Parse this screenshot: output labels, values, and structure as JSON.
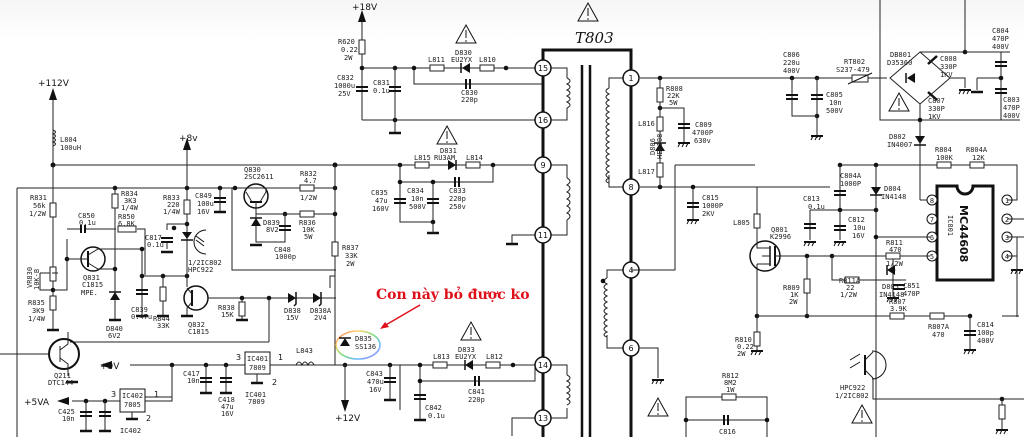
{
  "transformer": {
    "name": "T803",
    "pins": [
      "15",
      "16",
      "9",
      "11",
      "14",
      "13",
      "1",
      "8",
      "4",
      "6"
    ]
  },
  "rails": {
    "v112": "+112V",
    "v18": "+18V",
    "v8": "+8v",
    "v9": "+9V",
    "v5va": "+5VA",
    "v12": "+12V"
  },
  "annotation": {
    "text": "Con này bỏ được ko",
    "color": "#e0101a",
    "target": "D835"
  },
  "ic": {
    "name": "MC44608",
    "ref": "IC801",
    "pins": [
      "8",
      "7",
      "6",
      "5",
      "1",
      "2",
      "3",
      "4"
    ]
  },
  "components": {
    "L804": [
      "L804",
      "100uH"
    ],
    "R831": [
      "R831",
      "56k",
      "1/2W"
    ],
    "R834": [
      "R834",
      "3K3",
      "1/4W"
    ],
    "R833": [
      "R833",
      "220",
      "1/4W"
    ],
    "C849": [
      "C849",
      "100u",
      "16V"
    ],
    "Q830": [
      "Q830",
      "2SC2611"
    ],
    "R832": [
      "R832",
      "4.7",
      "1/2W"
    ],
    "C850": [
      "C850",
      "0.1u"
    ],
    "R850": [
      "R850",
      "6.8K"
    ],
    "C817": [
      "C817",
      "0.1u"
    ],
    "IC802A": [
      "1/2IC802",
      "HPC922"
    ],
    "D839": [
      "D839",
      "8V2"
    ],
    "R836": [
      "R836",
      "10K",
      "5W"
    ],
    "C848": [
      "C848",
      "1000p"
    ],
    "R837": [
      "R837",
      "33K",
      "2W"
    ],
    "VR830": [
      "VR830",
      "10K-B"
    ],
    "Q831": [
      "Q831",
      "C1815",
      "MPE."
    ],
    "R835": [
      "R835",
      "3K9",
      "1/4W"
    ],
    "D840": [
      "D840",
      "6V2"
    ],
    "C839": [
      "C839",
      "0.47u"
    ],
    "R844": [
      "R844",
      "33K"
    ],
    "Q832": [
      "Q832",
      "C1815"
    ],
    "R838": [
      "R838",
      "15K"
    ],
    "D838": [
      "D838",
      "15V"
    ],
    "D838A": [
      "D838A",
      "2V4"
    ],
    "D835": [
      "D835",
      "SS136"
    ],
    "Q211": [
      "Q211",
      "DTC144"
    ],
    "C417": [
      "C417",
      "10n"
    ],
    "C418": [
      "C418",
      "47u",
      "16V"
    ],
    "IC401": [
      "IC401",
      "7809"
    ],
    "IC401b": [
      "IC401",
      "7809"
    ],
    "L843": [
      "L843"
    ],
    "IC402": [
      "IC402",
      "7805"
    ],
    "IC402b": [
      "IC402"
    ],
    "C425": [
      "C425",
      "10n"
    ],
    "R620": [
      "R620",
      "0.22",
      "2W"
    ],
    "C832": [
      "C832",
      "1000u",
      "25V"
    ],
    "C831": [
      "C831",
      "0.1u"
    ],
    "L811": [
      "L811"
    ],
    "D830": [
      "D830",
      "EU2YX"
    ],
    "L810": [
      "L810"
    ],
    "C830": [
      "C830",
      "220p"
    ],
    "L815": [
      "L815"
    ],
    "D831": [
      "D831",
      "RU3AM"
    ],
    "L814": [
      "L814"
    ],
    "C835": [
      "C835",
      "47u",
      "160V"
    ],
    "C834": [
      "C834",
      "10n",
      "500V"
    ],
    "C833": [
      "C833",
      "220p",
      "250v"
    ],
    "C843": [
      "C843",
      "470u",
      "16V"
    ],
    "C842": [
      "C842",
      "0.1u"
    ],
    "L813": [
      "L813"
    ],
    "D833": [
      "D833",
      "EU2YX"
    ],
    "L812": [
      "L812"
    ],
    "C841": [
      "C841",
      "220p"
    ],
    "R808": [
      "R808",
      "22K",
      "5W"
    ],
    "C809": [
      "C809",
      "4700P",
      "630v"
    ],
    "L816": [
      "L816"
    ],
    "D806": [
      "D806",
      "HER108"
    ],
    "L817": [
      "L817"
    ],
    "C815": [
      "C815",
      "1000P",
      "2KV"
    ],
    "L805": [
      "L805"
    ],
    "Q801": [
      "Q801",
      "K2996"
    ],
    "R809": [
      "R809",
      "1K",
      "2W"
    ],
    "R810": [
      "R810",
      "0.22",
      "2W"
    ],
    "R812": [
      "R812",
      "8M2",
      "1W"
    ],
    "C816": [
      "C816"
    ],
    "C806": [
      "C806",
      "220u",
      "400V"
    ],
    "C805": [
      "C805",
      "10n",
      "500V"
    ],
    "RT802": [
      "RT802",
      "S237-479"
    ],
    "DB801": [
      "DB801",
      "D35360"
    ],
    "C808": [
      "C808",
      "330P",
      "1KV"
    ],
    "C807": [
      "C807",
      "330P",
      "1KV"
    ],
    "C804": [
      "C804",
      "470P",
      "400V"
    ],
    "C803": [
      "C803",
      "470P",
      "400V"
    ],
    "D802": [
      "D802",
      "IN4007"
    ],
    "R804": [
      "R804",
      "100K"
    ],
    "R804A": [
      "R804A",
      "12K"
    ],
    "C804A": [
      "C804A",
      "1000P"
    ],
    "D804": [
      "D804",
      "IN4148"
    ],
    "C813": [
      "C813",
      "0.1u"
    ],
    "C812": [
      "C812",
      "10u",
      "16V"
    ],
    "R811": [
      "R811",
      "470",
      "1/2W"
    ],
    "R811A": [
      "R811A",
      "22",
      "1/2W"
    ],
    "D805": [
      "D805",
      "IN4148"
    ],
    "C851": [
      "C851",
      "470P"
    ],
    "R807": [
      "R807",
      "3.9K"
    ],
    "R807A": [
      "R807A",
      "470"
    ],
    "C814": [
      "C814",
      "100p",
      "400V"
    ],
    "IC802B": [
      "HPC922",
      "1/2IC802"
    ]
  }
}
